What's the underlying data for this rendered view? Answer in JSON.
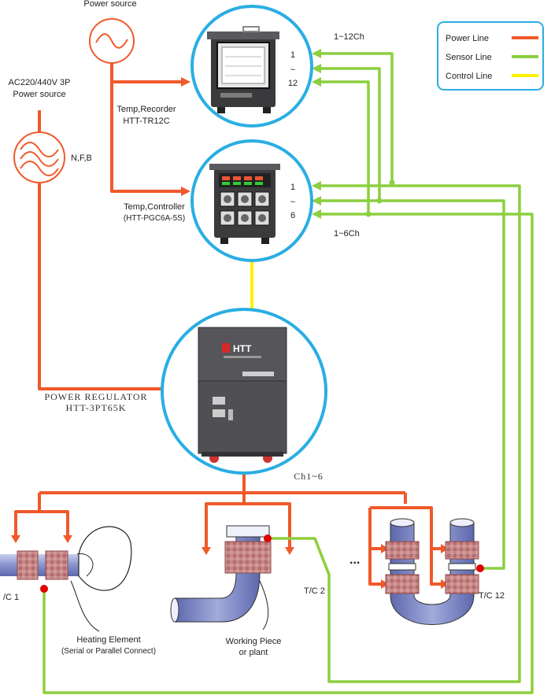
{
  "legend": {
    "power": "Power Line",
    "sensor": "Sensor Line",
    "control": "Control Line"
  },
  "colors": {
    "power_line": "#f0592a",
    "sensor_line": "#8ccf3f",
    "control_line": "#fff200",
    "circle_border": "#2aaee3",
    "heater": "#c98d8d",
    "pipe": "#8a96cf",
    "thermocouple": "#e00000"
  },
  "labels": {
    "power_source_top": "Power source",
    "power_source_main_1": "AC220/440V 3P",
    "power_source_main_2": "Power source",
    "nfb": "N,F,B",
    "recorder_1": "Temp,Recorder",
    "recorder_2": "HTT-TR12C",
    "recorder_ch_top": "1",
    "recorder_ch_mid": "~",
    "recorder_ch_bot": "12",
    "recorder_range": "1~12Ch",
    "controller_1": "Temp,Controller",
    "controller_2": "(HTT-PGC6A-5S)",
    "controller_ch_top": "1",
    "controller_ch_mid": "~",
    "controller_ch_bot": "6",
    "controller_range": "1~6Ch",
    "regulator_1": "POWER REGULATOR",
    "regulator_2": "HTT-3PT65K",
    "regulator_brand": "HTT",
    "channels": "Ch1~6",
    "tc1": "/C 1",
    "tc2": "T/C 2",
    "tc12": "T/C 12",
    "ellipsis": "...",
    "heating_1": "Heating Element",
    "heating_2": "(Serial or Parallel Connect)",
    "working_1": "Working Piece",
    "working_2": "or plant"
  }
}
